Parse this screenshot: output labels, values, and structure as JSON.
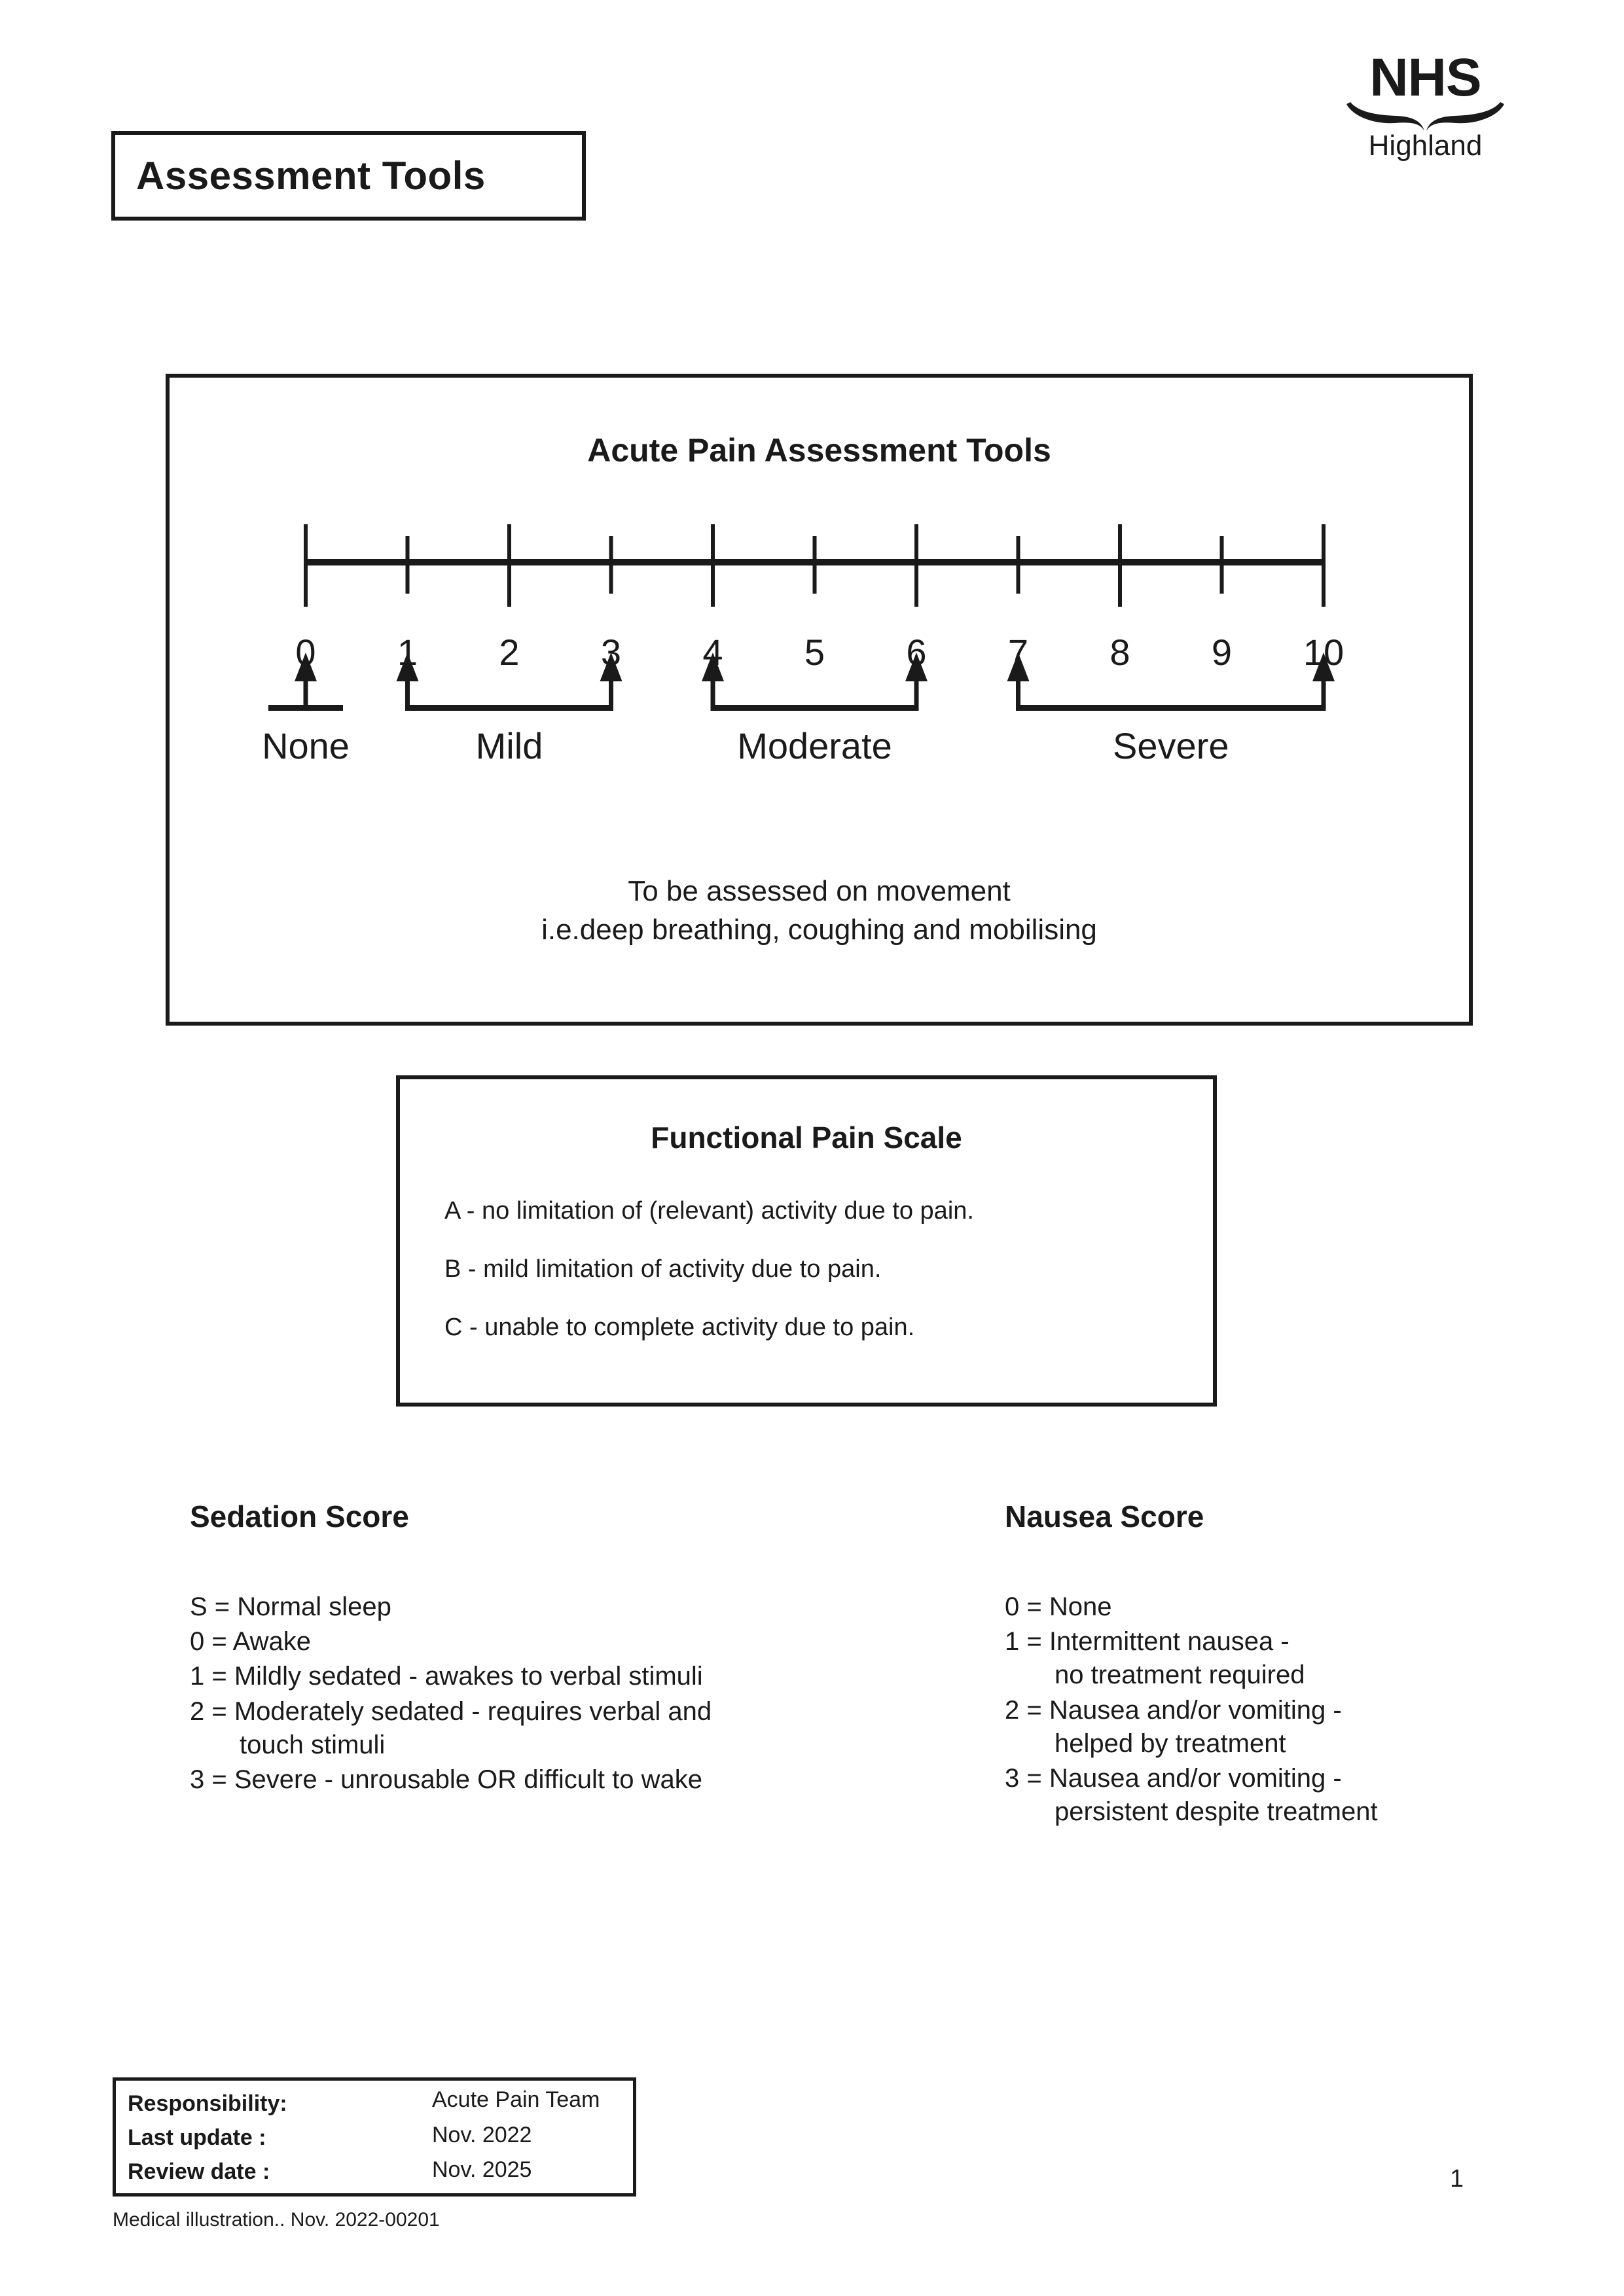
{
  "header": {
    "title": "Assessment Tools",
    "logo": {
      "nhs": "NHS",
      "region": "Highland"
    }
  },
  "pain_scale": {
    "title": "Acute Pain Assessment Tools",
    "tick_labels": [
      "0",
      "1",
      "2",
      "3",
      "4",
      "5",
      "6",
      "7",
      "8",
      "9",
      "10"
    ],
    "major_ticks": [
      0,
      2,
      4,
      6,
      8,
      10
    ],
    "minor_ticks": [
      1,
      3,
      5,
      7,
      9
    ],
    "categories": [
      {
        "label": "None",
        "from": 0,
        "to": 0
      },
      {
        "label": "Mild",
        "from": 1,
        "to": 3
      },
      {
        "label": "Moderate",
        "from": 4,
        "to": 6
      },
      {
        "label": "Severe",
        "from": 7,
        "to": 10
      }
    ],
    "note_line_1": "To be assessed on movement",
    "note_line_2": "i.e.deep breathing, coughing and mobilising"
  },
  "functional_pain_scale": {
    "title": "Functional Pain Scale",
    "items": [
      "A - no limitation of (relevant) activity due to pain.",
      "B - mild limitation of activity due to pain.",
      "C - unable to complete activity due to pain."
    ]
  },
  "sedation_score": {
    "title": "Sedation Score",
    "items": [
      {
        "main": "S = Normal sleep",
        "cont": ""
      },
      {
        "main": "0 = Awake",
        "cont": ""
      },
      {
        "main": "1 = Mildly sedated - awakes to verbal stimuli",
        "cont": ""
      },
      {
        "main": "2 = Moderately sedated - requires verbal and",
        "cont": "touch stimuli"
      },
      {
        "main": "3 = Severe - unrousable OR difficult to wake",
        "cont": ""
      }
    ]
  },
  "nausea_score": {
    "title": "Nausea Score",
    "items": [
      {
        "main": "0 = None",
        "cont": ""
      },
      {
        "main": "1 = Intermittent nausea -",
        "cont": "no treatment required"
      },
      {
        "main": "2 = Nausea and/or vomiting -",
        "cont": "helped by treatment"
      },
      {
        "main": "3 = Nausea and/or vomiting -",
        "cont": "persistent despite treatment"
      }
    ]
  },
  "footer": {
    "rows": [
      {
        "label": "Responsibility:",
        "value": "Acute Pain Team"
      },
      {
        "label": "Last update :",
        "value": "Nov. 2022"
      },
      {
        "label": "Review date :",
        "value": "Nov. 2025"
      }
    ],
    "note": "Medical illustration.. Nov. 2022-00201",
    "page_number": "1"
  },
  "colors": {
    "ink": "#1a1a1a",
    "paper": "#ffffff"
  }
}
